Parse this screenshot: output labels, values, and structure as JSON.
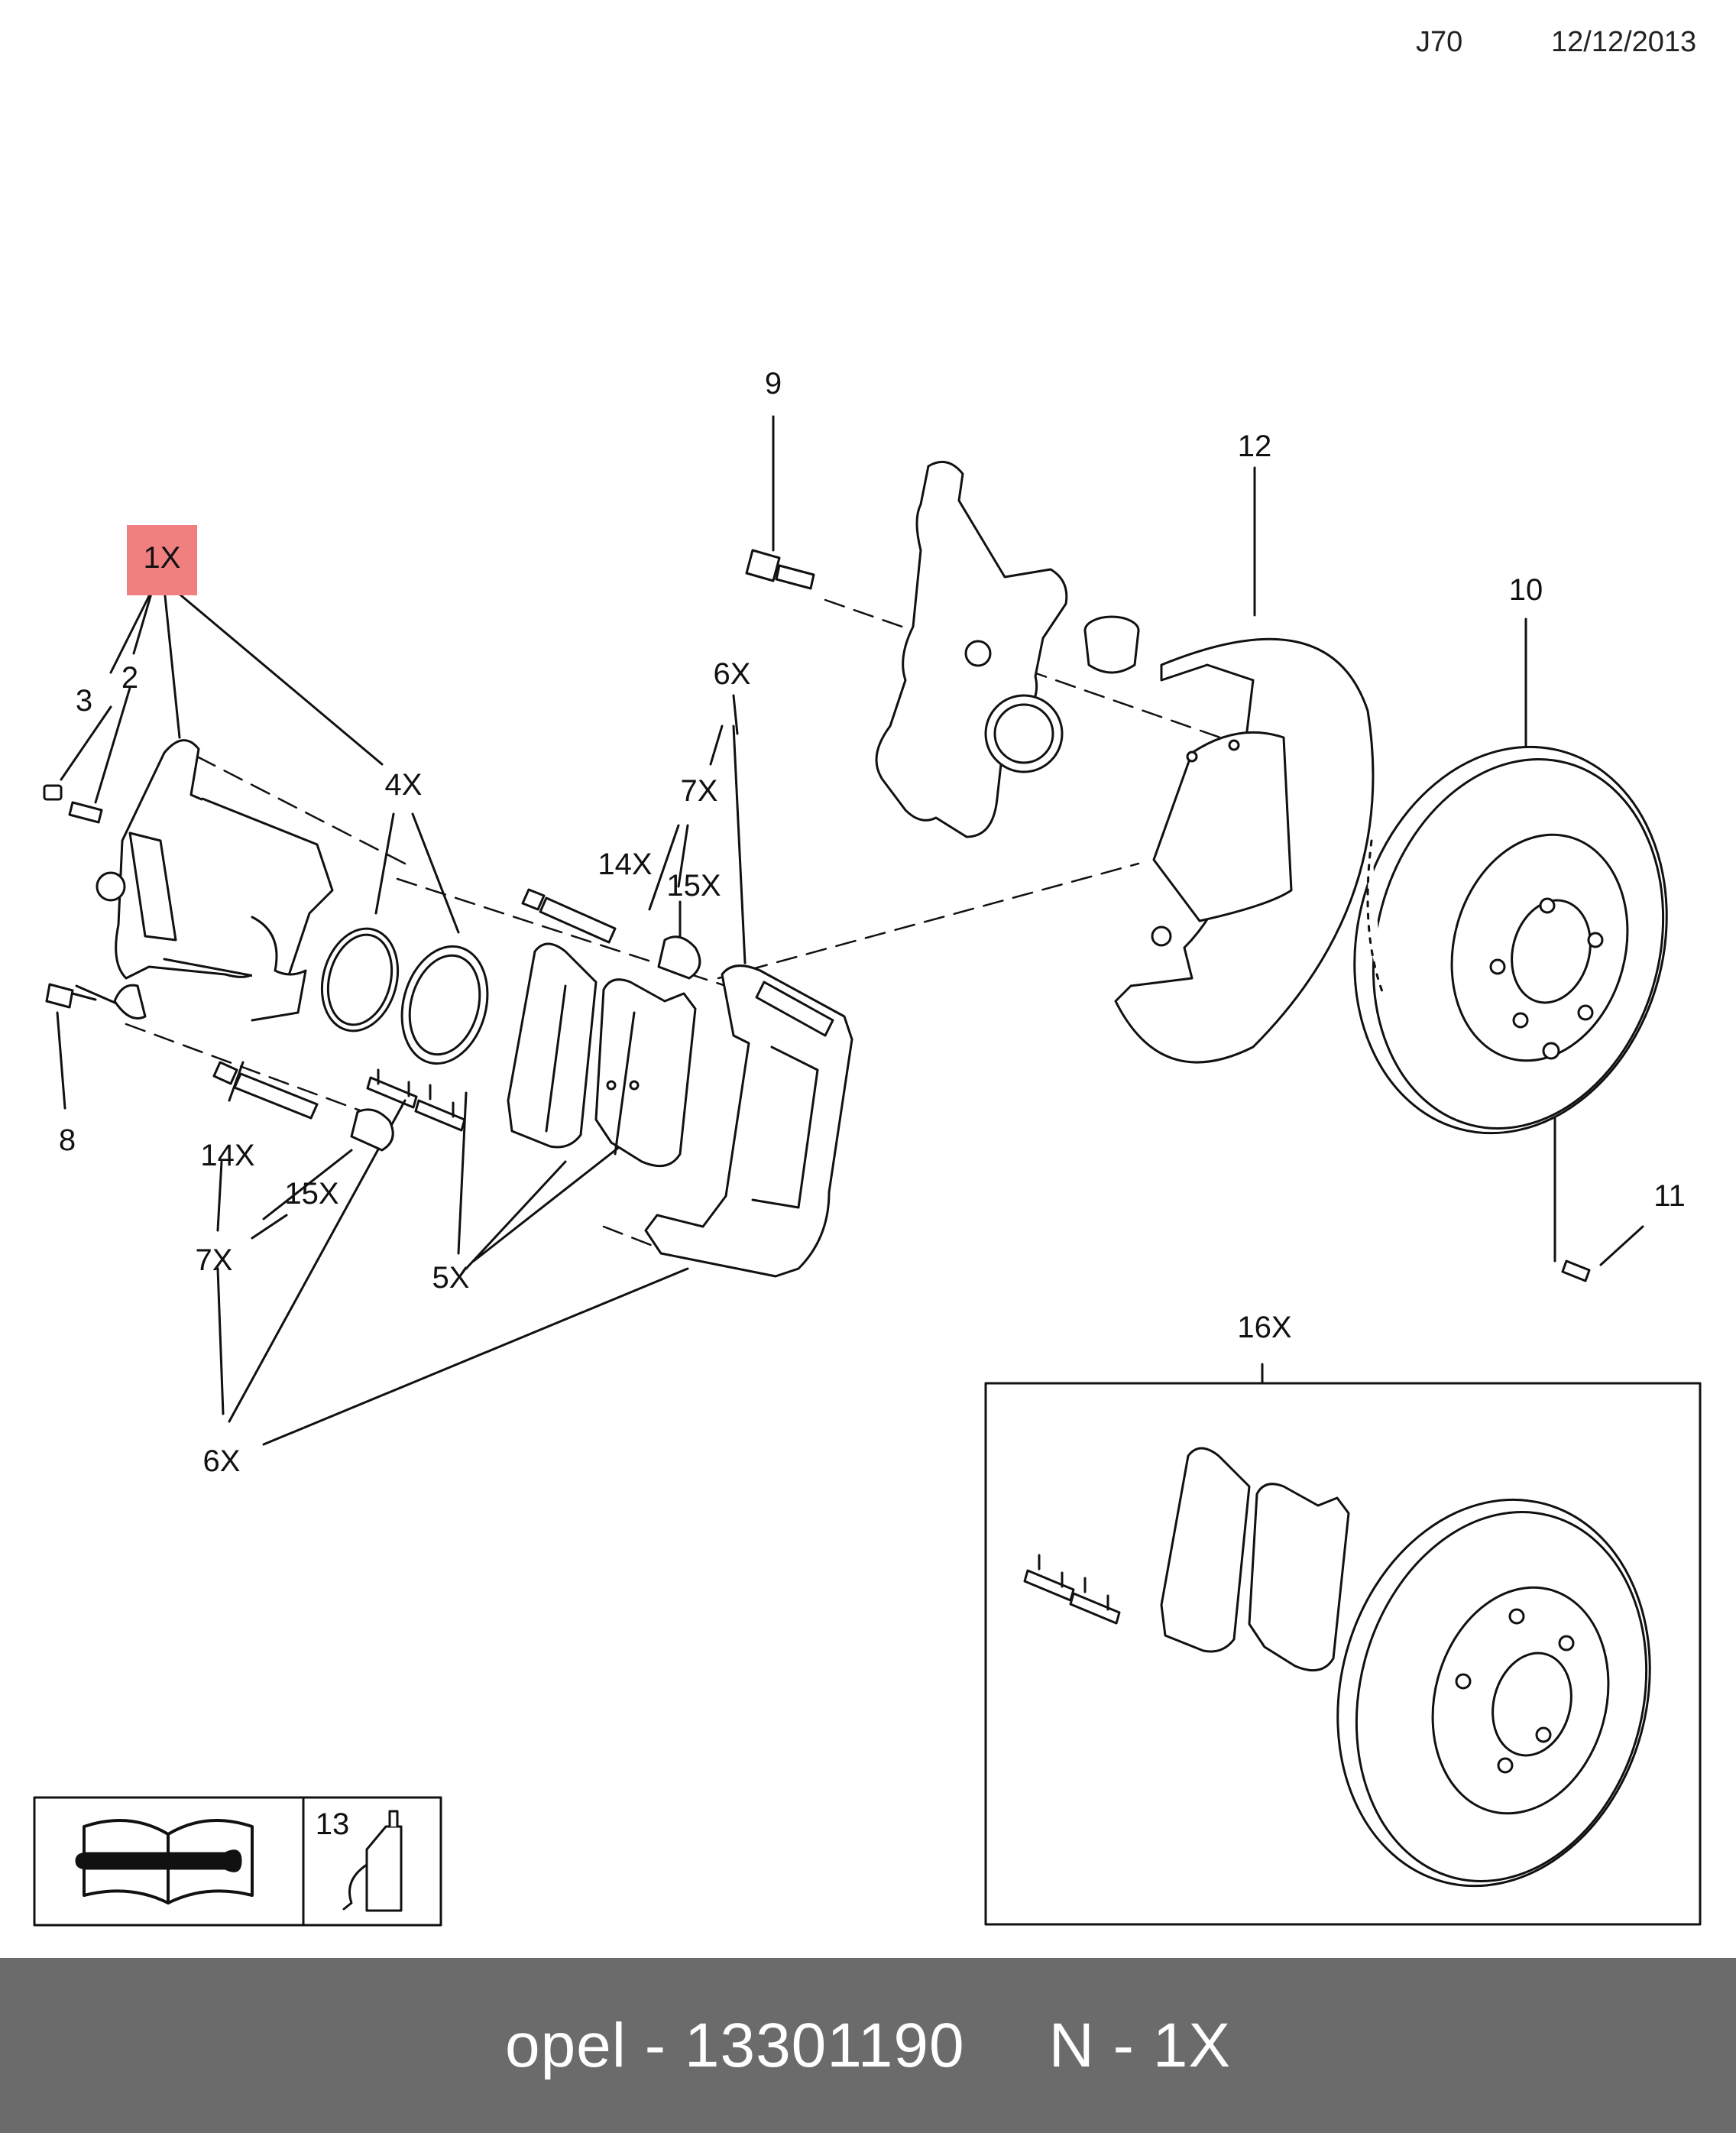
{
  "header": {
    "code": "J70",
    "date": "12/12/2013"
  },
  "callouts": {
    "c1x": "1X",
    "c2": "2",
    "c3": "3",
    "c4x": "4X",
    "c5x": "5X",
    "c6x_top": "6X",
    "c6x_bottom": "6X",
    "c7x_top": "7X",
    "c7x_bottom": "7X",
    "c8": "8",
    "c9": "9",
    "c10": "10",
    "c11": "11",
    "c12": "12",
    "c14x_top": "14X",
    "c14x_bottom": "14X",
    "c15x_top": "15X",
    "c15x_bottom": "15X",
    "c16x": "16X",
    "c13": "13"
  },
  "highlight_color": "#f08080",
  "icons": [
    "manual-wrench-icon",
    "lubricant-bottle-icon"
  ],
  "footer": {
    "brand_part": "opel - 13301190",
    "quantity": "N - 1X"
  }
}
